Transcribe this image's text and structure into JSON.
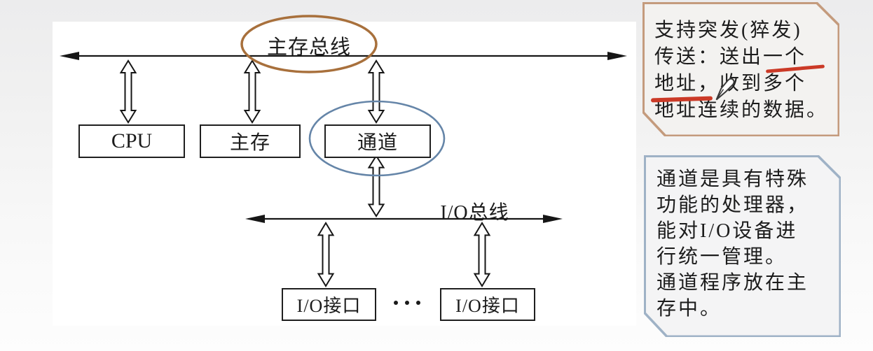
{
  "diagram": {
    "main_bus_label": "主存总线",
    "io_bus_label": "I/O总线",
    "boxes": {
      "cpu": "CPU",
      "main_memory": "主存",
      "channel": "通道",
      "io_interface_1": "I/O接口",
      "io_interface_2": "I/O接口"
    },
    "ellipsis_dots": "···",
    "colors": {
      "main_bus_highlight": "#a8703c",
      "channel_highlight": "#6585a8",
      "line": "#161616"
    }
  },
  "note_burst": {
    "lines": [
      "支持突发(猝发)",
      "传送：送出一个",
      "地址，收到多个",
      "地址连续的数据。"
    ],
    "border_color": "#c49b7d",
    "underline_color": "#cb3a27"
  },
  "note_channel": {
    "lines": [
      "通道是具有特殊",
      "功能的处理器，",
      "能对I/O设备进",
      "行统一管理。",
      "通道程序放在主",
      "存中。"
    ],
    "border_color": "#9fb2c6"
  }
}
